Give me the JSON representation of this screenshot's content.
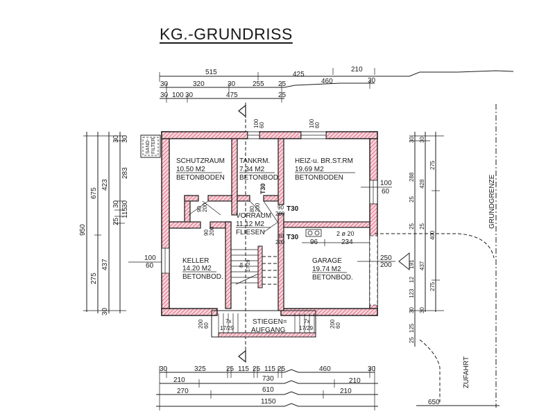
{
  "title": "KG.-GRUNDRISS",
  "rooms": [
    {
      "name": "SCHUTZRAUM",
      "area": "10.50 M2",
      "floor": "BETONBODEN"
    },
    {
      "name": "TANKRM.",
      "area": "7.34 M2",
      "floor": "BETONBOD."
    },
    {
      "name": "HEIZ-u. BR.ST.RM",
      "area": "19.69 M2",
      "floor": "BETONBODEN"
    },
    {
      "name": "VORRAUM",
      "area": "11.12 M2",
      "floor": "FLIESEN"
    },
    {
      "name": "KELLER",
      "area": "14.20 M2",
      "floor": "BETONBOD."
    },
    {
      "name": "GARAGE",
      "area": "19.74 M2",
      "floor": "BETONBOD."
    }
  ],
  "labels": {
    "sandfilter_1": "SAND-",
    "sandfilter_2": "FILTER",
    "stiegen_1": "STIEGEN=",
    "stiegen_2": "AUFGANG",
    "grundgrenze": "GRUNDGRENZE",
    "zufahrt": "ZUFAHRT",
    "section_mark": "A",
    "door_t30": "T30",
    "garage_pipes": "2 ø 20",
    "stair_left_1": "7x",
    "stair_left_2": "17/29",
    "stair_right_1": "7x",
    "stair_right_2": "17/29",
    "stair_inner_1": "8x",
    "stair_inner_2": "17/29"
  },
  "dimensions": {
    "top": {
      "row1": [
        "515",
        "425",
        "210"
      ],
      "row2": [
        "30",
        "320",
        "30",
        "255",
        "25",
        "460",
        "30"
      ],
      "row3": [
        "30",
        "100",
        "30",
        "475",
        "25"
      ]
    },
    "bottom": {
      "row1": [
        "30",
        "325",
        "25",
        "115",
        "25",
        "115",
        "25",
        "460",
        "30"
      ],
      "row2": [
        "210",
        "730",
        "210"
      ],
      "row3": [
        "270",
        "610",
        "210"
      ],
      "row4": [
        "1150"
      ],
      "extra": "650"
    },
    "left": {
      "total": "950",
      "col2": [
        "675",
        "275"
      ],
      "col3": [
        "423",
        "437"
      ],
      "col4": [
        "30",
        "283",
        "30",
        "115",
        "25",
        "30"
      ],
      "col4b": [
        "30"
      ]
    },
    "right": {
      "col1": [
        "30",
        "288",
        "25",
        "25",
        "191",
        "12",
        "123",
        "30",
        "125",
        "25"
      ],
      "col2": [
        "30",
        "428",
        "25",
        "437",
        "30"
      ],
      "col3": [
        "275",
        "400",
        "275"
      ]
    },
    "windows": {
      "top_tank": [
        "100",
        "60"
      ],
      "top_heiz": [
        "100",
        "60"
      ],
      "left_keller": [
        "100",
        "60"
      ],
      "right_heiz": [
        "100",
        "60"
      ],
      "right_garage": [
        "250",
        "200"
      ],
      "bottom_left": [
        "200",
        "60"
      ],
      "bottom_right": [
        "200",
        "60"
      ]
    },
    "doors": {
      "schutz": [
        "90",
        "200"
      ],
      "tank": [
        "80",
        "200"
      ],
      "keller": [
        "90",
        "200"
      ],
      "heiz": [
        "90",
        "200"
      ],
      "garage": [
        "90",
        "200"
      ]
    },
    "garage_inner": [
      "96",
      "234"
    ]
  }
}
